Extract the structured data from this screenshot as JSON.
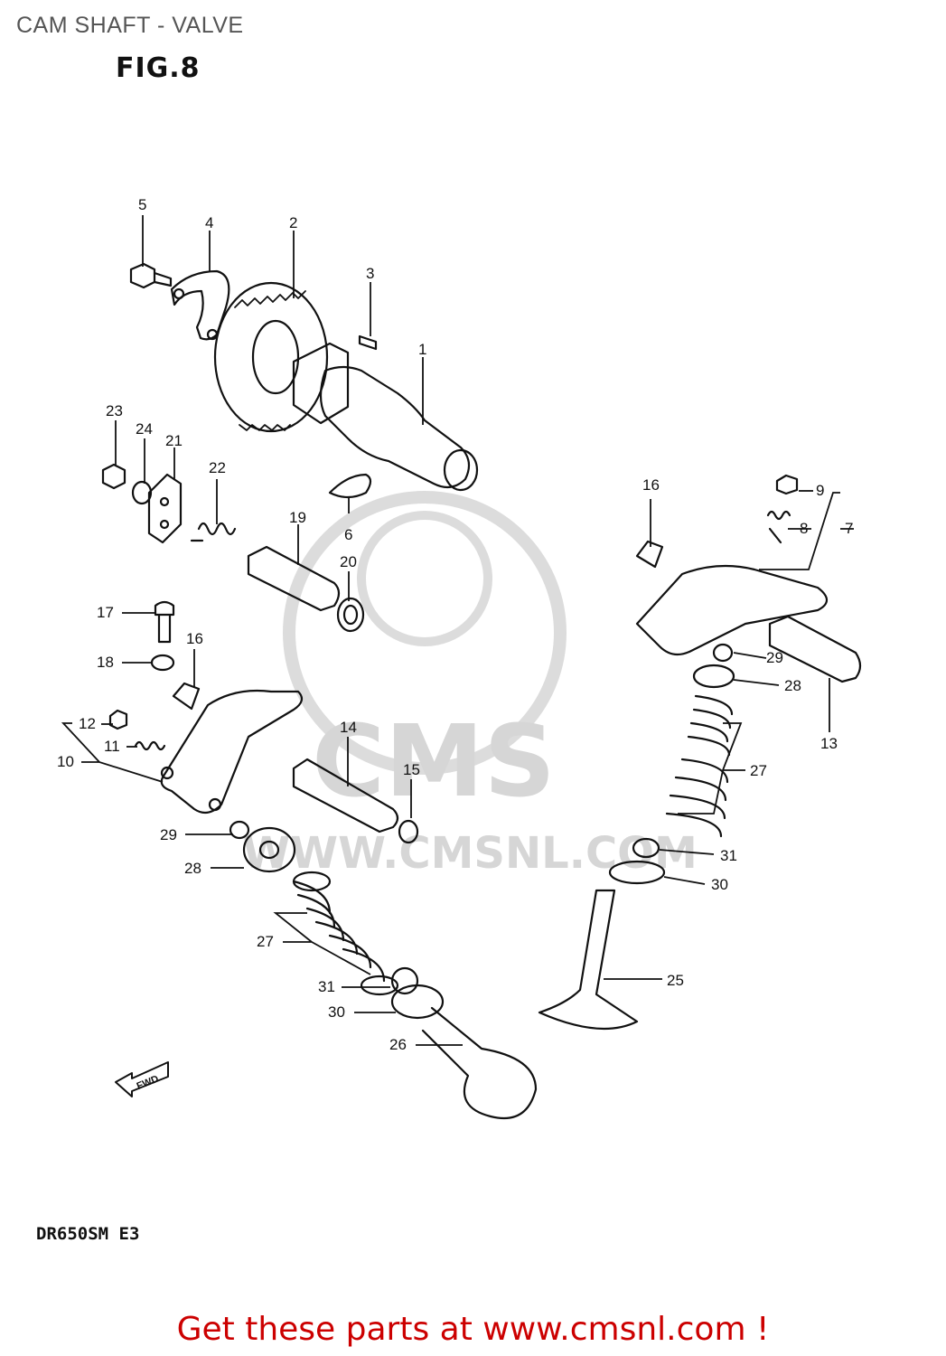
{
  "header": {
    "title": "CAM SHAFT - VALVE",
    "figure": "FIG.8"
  },
  "model": "DR650SM E3",
  "footer": {
    "cta": "Get these parts at www.cmsnl.com !"
  },
  "watermark": {
    "brand": "CMS",
    "url": "WWW.CMSNL.COM",
    "color": "#c8c8c8"
  },
  "direction_marker": "FWD",
  "colors": {
    "line": "#111111",
    "footer": "#cc0000",
    "title": "#555555"
  },
  "callouts": [
    "1",
    "2",
    "3",
    "4",
    "5",
    "6",
    "7",
    "8",
    "9",
    "10",
    "11",
    "12",
    "13",
    "14",
    "15",
    "16",
    "16",
    "17",
    "18",
    "19",
    "20",
    "21",
    "22",
    "23",
    "24",
    "25",
    "26",
    "27",
    "27",
    "28",
    "28",
    "29",
    "29",
    "30",
    "30",
    "31",
    "31"
  ]
}
